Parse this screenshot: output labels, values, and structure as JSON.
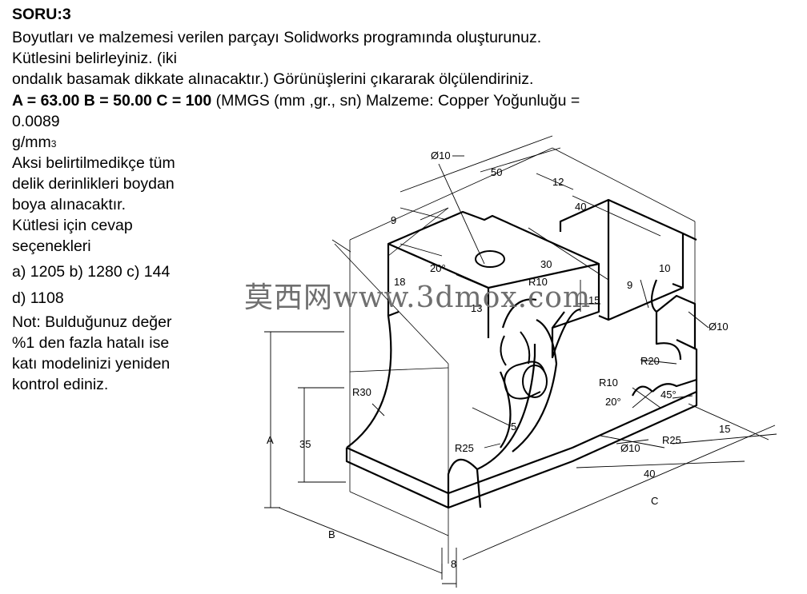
{
  "question": {
    "title": "SORU:3",
    "line1": "Boyutları ve malzemesi verilen parçayı Solidworks programında oluşturunuz.",
    "line2": "Kütlesini belirleyiniz. (iki",
    "line3": "ondalık basamak dikkate alınacaktır.) Görünüşlerini çıkararak ölçülendiriniz.",
    "params_bold": "A = 63.00 B = 50.00 C = 100",
    "params_rest": " (MMGS (mm ,gr., sn) Malzeme: Copper Yoğunluğu =",
    "density": "0.0089",
    "unit_base": "g/mm",
    "unit_exp": "3",
    "note_lines": [
      "Aksi belirtilmedikçe tüm",
      "delik derinlikleri boydan",
      "boya alınacaktır.",
      "Kütlesi için cevap",
      "seçenekleri"
    ],
    "options_1": "a) 1205 b) 1280 c) 144",
    "options_2": "d) 1108",
    "warning_lines": [
      "Not: Bulduğunuz değer",
      "%1 den fazla hatalı ise",
      "katı modelinizi yeniden",
      "kontrol ediniz."
    ]
  },
  "drawing": {
    "dims": {
      "d10_top": "Ø10",
      "d50": "50",
      "d12": "12",
      "d40_top": "40",
      "d9_left": "9",
      "d20deg_left": "20°",
      "d30": "30",
      "d10_right": "10",
      "dR10_top": "R10",
      "d18": "18",
      "d13": "13",
      "d9_right": "9",
      "d15_mid": "15",
      "d10_dia_right": "Ø10",
      "dR20": "R20",
      "dR30": "R30",
      "dA": "A",
      "d35": "35",
      "dR10_low": "R10",
      "d20deg_low": "20°",
      "d45deg": "45°",
      "d5": "5",
      "dR25_left": "R25",
      "d10_dia_low": "Ø10",
      "dR25_right": "R25",
      "d15_right": "15",
      "d40_bottom": "40",
      "dC": "C",
      "dB": "B",
      "d8": "8"
    }
  },
  "watermark": "莫西网www.3dmox.com"
}
